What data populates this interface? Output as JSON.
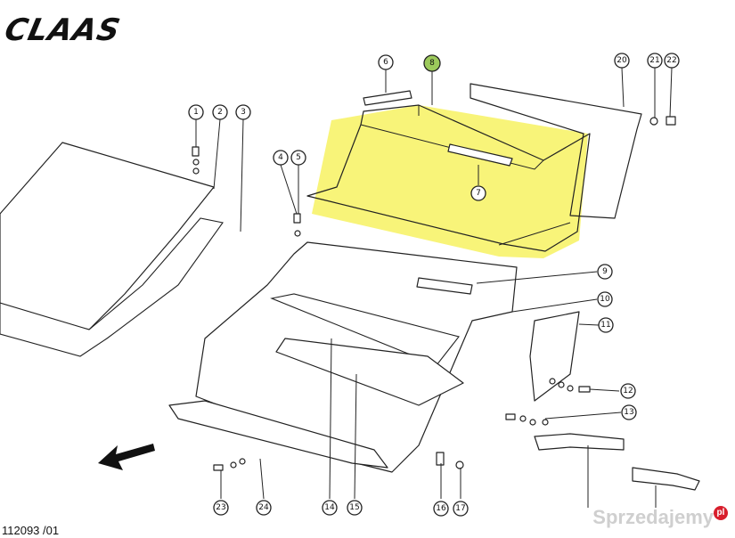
{
  "brand": "CLAAS",
  "drawing_number": "112093 /01",
  "watermark": "Sprzedajemy",
  "watermark_badge": "pl",
  "highlight_color": "#f7f36a",
  "callouts": [
    "1",
    "2",
    "3",
    "4",
    "5",
    "6",
    "7",
    "8",
    "9",
    "10",
    "11",
    "12",
    "13",
    "14",
    "15",
    "16",
    "17",
    "20",
    "21",
    "22",
    "23",
    "24"
  ]
}
